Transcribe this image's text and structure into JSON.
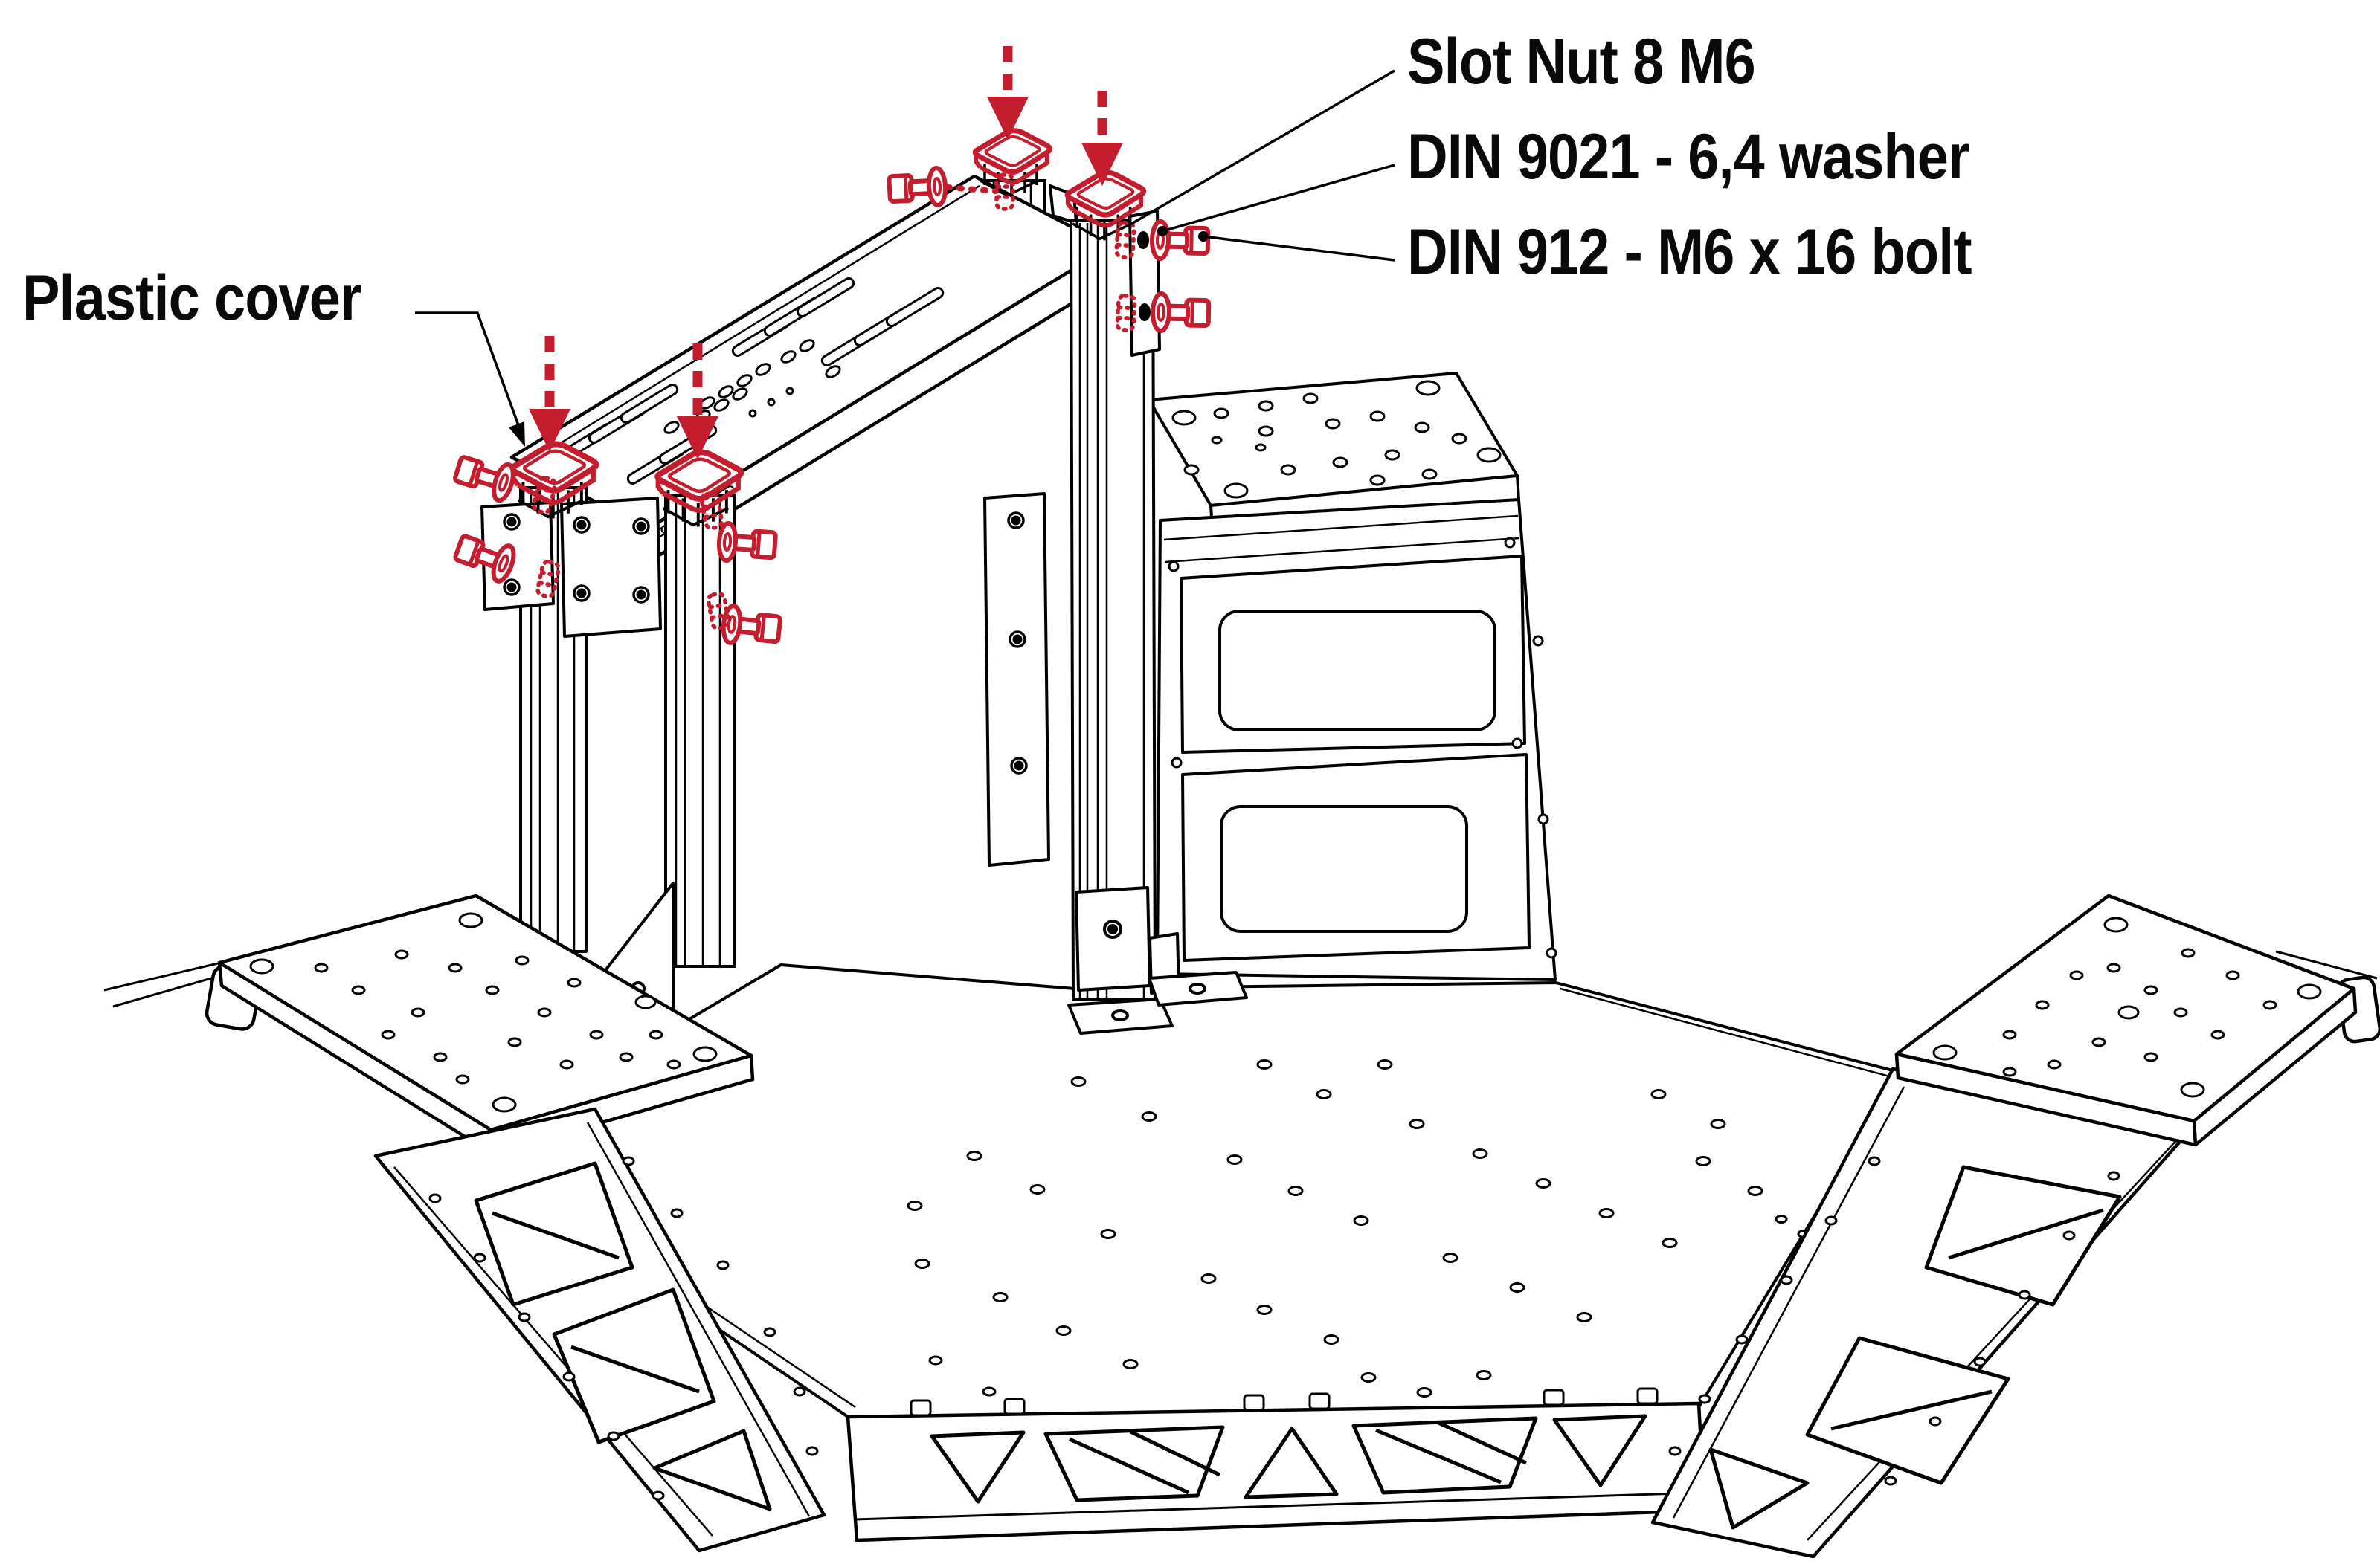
{
  "diagram": {
    "kind": "assembly-instruction-line-drawing",
    "background": "#ffffff",
    "line_color": "#000000",
    "annotation_color": "#c41e2e",
    "callouts": {
      "plastic_cover": {
        "label": "Plastic cover"
      },
      "slot_nut": {
        "label": "Slot Nut 8 M6"
      },
      "washer": {
        "label": "DIN 9021 - 6,4 washer"
      },
      "bolt": {
        "label": "DIN 912 - M6 x 16 bolt"
      }
    },
    "highlighted_hardware": {
      "plastic_covers_shown": 4,
      "bolts_shown": 7,
      "washers_shown": 7,
      "slot_nuts_shown": 7,
      "insertion_arrows_shown": 4
    }
  }
}
